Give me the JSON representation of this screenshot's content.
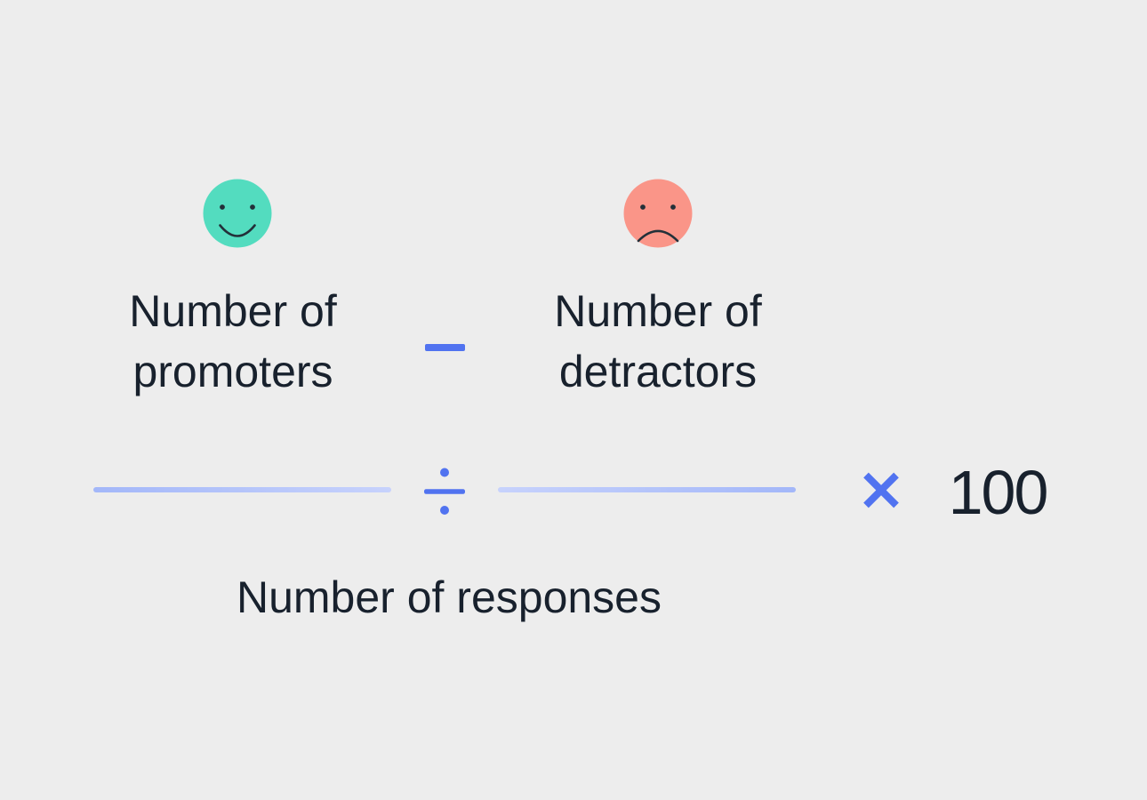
{
  "colors": {
    "background": "#EDEDED",
    "text_dark": "#18212D",
    "accent_blue": "#5173F0",
    "line_blue": "#A3B7F9",
    "line_blue_soft": "#C7D2FC",
    "teal": "#53DCBF",
    "salmon": "#FA9588",
    "face_features": "#233039"
  },
  "formula": {
    "promoters": {
      "icon": "happy-face-icon",
      "label": [
        "Number of",
        "promoters"
      ]
    },
    "minus_operator": "−",
    "detractors": {
      "icon": "sad-face-icon",
      "label": [
        "Number of",
        "detractors"
      ]
    },
    "divide_operator": "÷",
    "denominator_label": "Number of responses",
    "multiply_operator": "×",
    "multiplier": "100"
  }
}
